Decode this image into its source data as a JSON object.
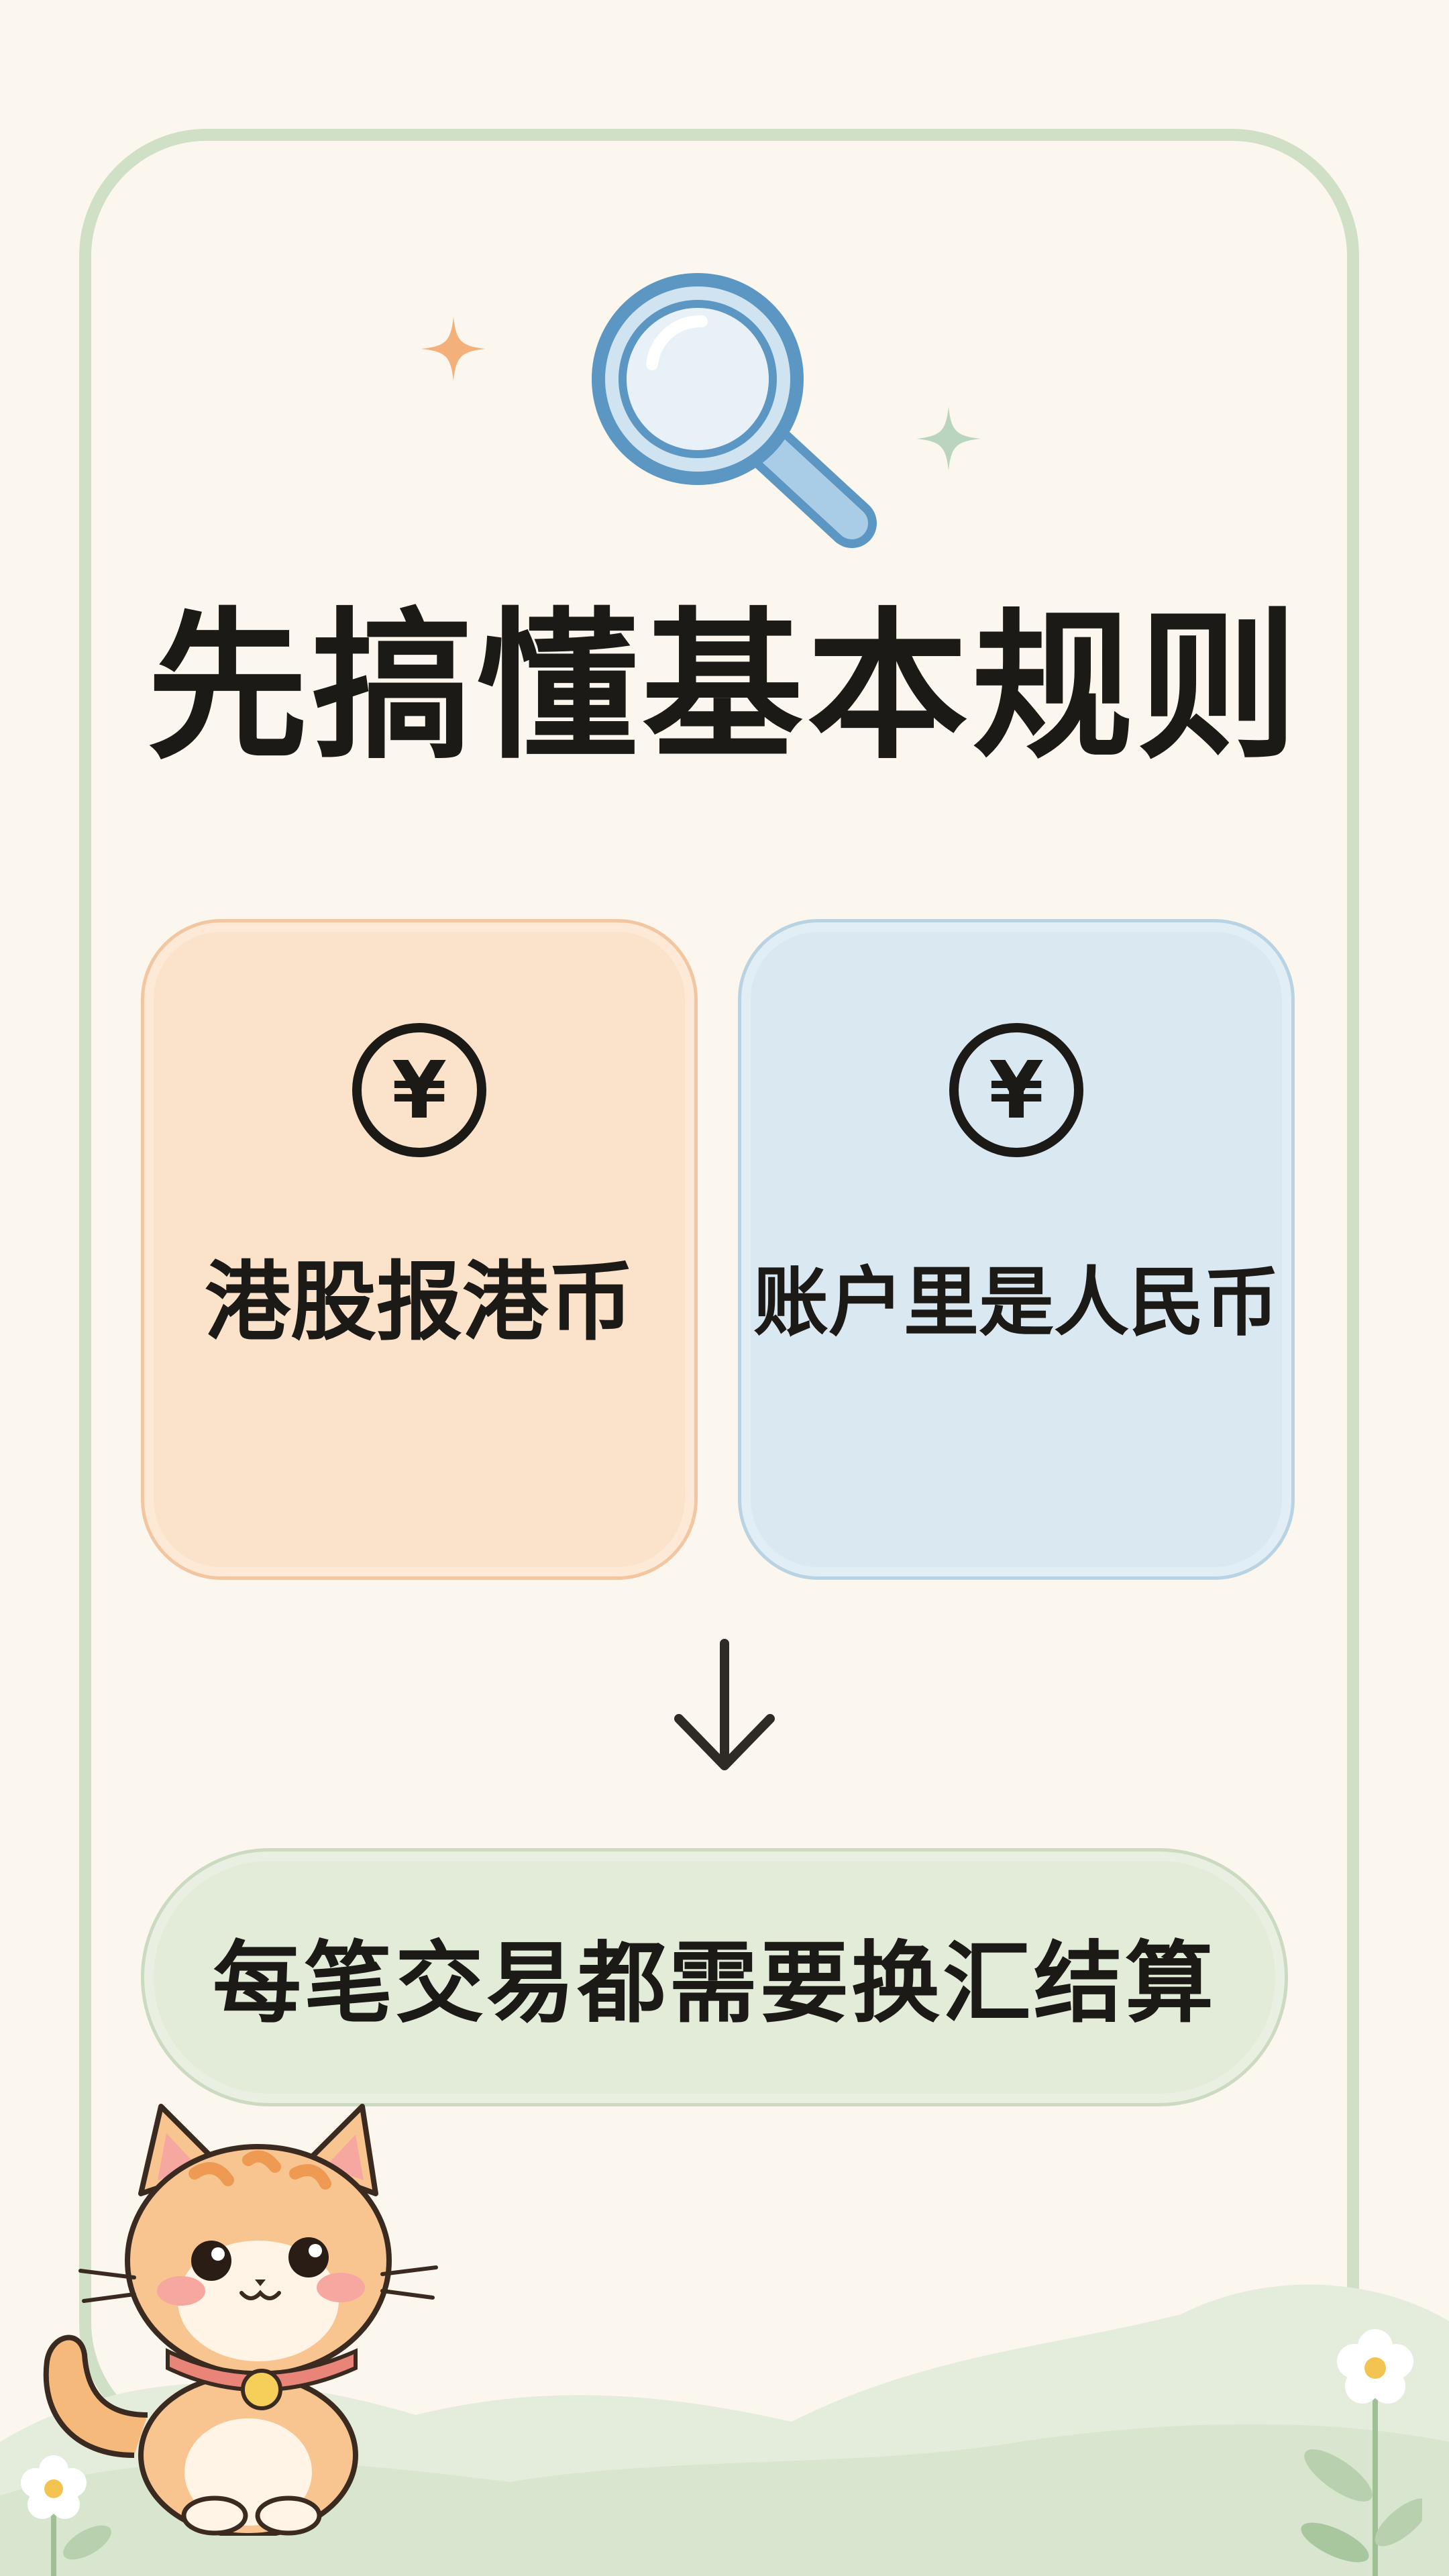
{
  "title": "先搞懂基本规则",
  "cards": [
    {
      "icon": "yuan-coin-icon",
      "symbol": "¥",
      "label": "港股报港币"
    },
    {
      "icon": "yuan-coin-icon",
      "symbol": "¥",
      "label": "账户里是人民币"
    }
  ],
  "result": {
    "text": "每笔交易都需要换汇结算"
  },
  "icons": {
    "header": "magnifier-icon",
    "connector": "arrow-down-icon",
    "mascot": "cat-mascot",
    "decor": [
      "sparkle-icon",
      "flower-icon"
    ]
  },
  "colors": {
    "background": "#fbf7ee",
    "frame": "#cfe0c7",
    "card_left": "#fbe2cb",
    "card_right": "#d9e8f1",
    "result_box": "#e3ebd9",
    "text": "#1c1a17"
  }
}
